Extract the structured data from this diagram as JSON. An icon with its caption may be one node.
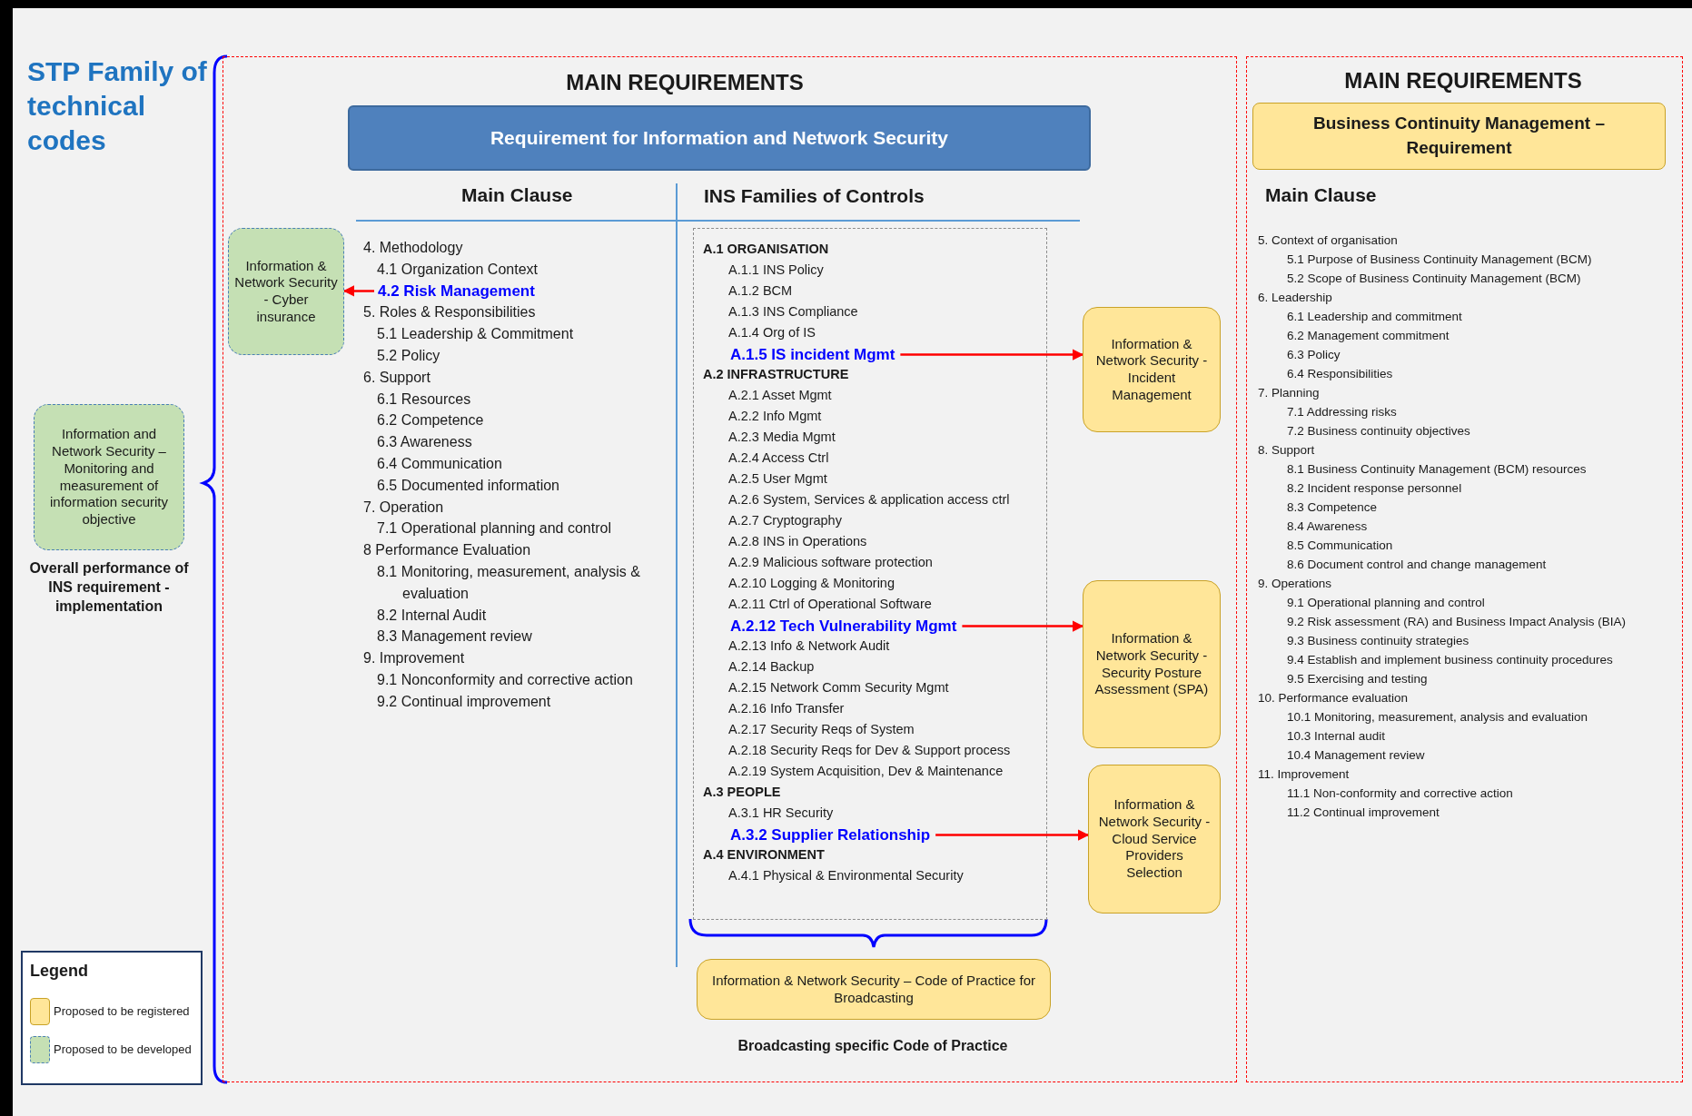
{
  "diagram": {
    "title": "STP Family of technical codes",
    "nodes": [
      {
        "text": [
          "MAIN REQUIREMENTS"
        ]
      },
      {
        "text": [
          "Requirement for Information and Network Security"
        ],
        "in": 0
      },
      {
        "text": [
          "Information & Network Security - Cyber insurance"
        ],
        "in": 0
      },
      {
        "text": [
          "4.2 Risk Management"
        ],
        "in": 0
      },
      {
        "text": [],
        "shape": "box",
        "in": 0
      },
      {
        "text": [
          "A.1.5 IS incident Mgmt"
        ],
        "in": 4
      },
      {
        "text": [
          "A.2.12 Tech Vulnerability Mgmt"
        ],
        "in": 4
      },
      {
        "text": [
          "A.3.2 Supplier Relationship"
        ],
        "in": 4
      },
      {
        "text": [
          "Information & Network Security - Incident Management"
        ],
        "in": 0
      },
      {
        "text": [
          "Information & Network Security - Security Posture Assessment (SPA)"
        ],
        "in": 0
      },
      {
        "text": [
          "Information & Network Security - Cloud Service Providers Selection"
        ],
        "in": 0
      },
      {
        "text": [
          "Information & Network Security – Code of Practice for Broadcasting"
        ],
        "in": 0,
        "beside": [
          "Broadcasting specific Code of Practice"
        ]
      },
      {
        "text": [
          "MAIN REQUIREMENTS"
        ]
      },
      {
        "text": [
          "Business Continuity Management – Requirement"
        ],
        "in": 12
      },
      {
        "text": [
          "Information and Network Security – Monitoring and measurement of information security objective"
        ],
        "beside": [
          "Overall performance of INS requirement - implementation"
        ]
      }
    ],
    "edges": [
      {
        "from": 3,
        "to": 2,
        "arrow": "to"
      },
      {
        "from": 5,
        "to": 8,
        "arrow": "to"
      },
      {
        "from": 6,
        "to": 9,
        "arrow": "to"
      },
      {
        "from": 7,
        "to": 10,
        "arrow": "to"
      }
    ],
    "labels": [
      "Main Clause",
      "INS Families of Controls",
      "4. Methodology",
      "4.1 Organization Context",
      "5. Roles & Responsibilities",
      "5.1 Leadership & Commitment",
      "5.2 Policy",
      "6. Support",
      "6.1 Resources",
      "6.2 Competence",
      "6.3 Awareness",
      "6.4 Communication",
      "6.5 Documented information",
      "7. Operation",
      "7.1 Operational planning and control",
      "8 Performance Evaluation",
      "8.1 Monitoring, measurement, analysis & evaluation",
      "8.2 Internal Audit",
      "8.3 Management review",
      "9. Improvement",
      "9.1 Nonconformity and corrective action",
      "9.2 Continual improvement",
      "A.1 ORGANISATION",
      "A.1.1 INS Policy",
      "A.1.2 BCM",
      "A.1.3 INS Compliance",
      "A.1.4 Org of IS",
      "A.2 INFRASTRUCTURE",
      "A.2.1 Asset Mgmt",
      "A.2.2 Info Mgmt",
      "A.2.3 Media Mgmt",
      "A.2.4 Access Ctrl",
      "A.2.5 User Mgmt",
      "A.2.6 System, Services & application access ctrl",
      "A.2.7 Cryptography",
      "A.2.8 INS in Operations",
      "A.2.9 Malicious software protection",
      "A.2.10 Logging & Monitoring",
      "A.2.11 Ctrl of Operational Software",
      "A.2.13 Info & Network Audit",
      "A.2.14 Backup",
      "A.2.15 Network Comm Security Mgmt",
      "A.2.16 Info Transfer",
      "A.2.17 Security Reqs of System",
      "A.2.18 Security Reqs for Dev & Support process",
      "A.2.19 System Acquisition, Dev & Maintenance",
      "A.3 PEOPLE",
      "A.3.1 HR Security",
      "A.4 ENVIRONMENT",
      "A.4.1 Physical & Environmental Security",
      "Main Clause",
      "5. Context of organisation",
      "5.1 Purpose of Business Continuity Management (BCM)",
      "5.2 Scope of Business Continuity Management (BCM)",
      "6. Leadership",
      "6.1 Leadership and commitment",
      "6.2 Management commitment",
      "6.3 Policy",
      "6.4 Responsibilities",
      "7. Planning",
      "7.1 Addressing risks",
      "7.2 Business continuity objectives",
      "8. Support",
      "8.1 Business Continuity Management (BCM) resources",
      "8.2 Incident response personnel",
      "8.3 Competence",
      "8.4 Awareness",
      "8.5 Communication",
      "8.6 Document control and change management",
      "9. Operations",
      "9.1 Operational planning and control",
      "9.2 Risk assessment (RA) and Business Impact Analysis (BIA)",
      "9.3 Business continuity strategies",
      "9.4 Establish and implement business continuity procedures",
      "9.5 Exercising and testing",
      "10. Performance evaluation",
      "10.1 Monitoring, measurement, analysis and evaluation",
      "10.3 Internal audit",
      "10.4 Management review",
      "11. Improvement",
      "11.1 Non-conformity and corrective action",
      "11.2 Continual improvement",
      "Legend"
    ],
    "legend": [
      {
        "text": "Proposed to be registered",
        "color": "#ffe699"
      },
      {
        "text": "Proposed to be developed",
        "color": "#c5e0b4"
      }
    ]
  }
}
